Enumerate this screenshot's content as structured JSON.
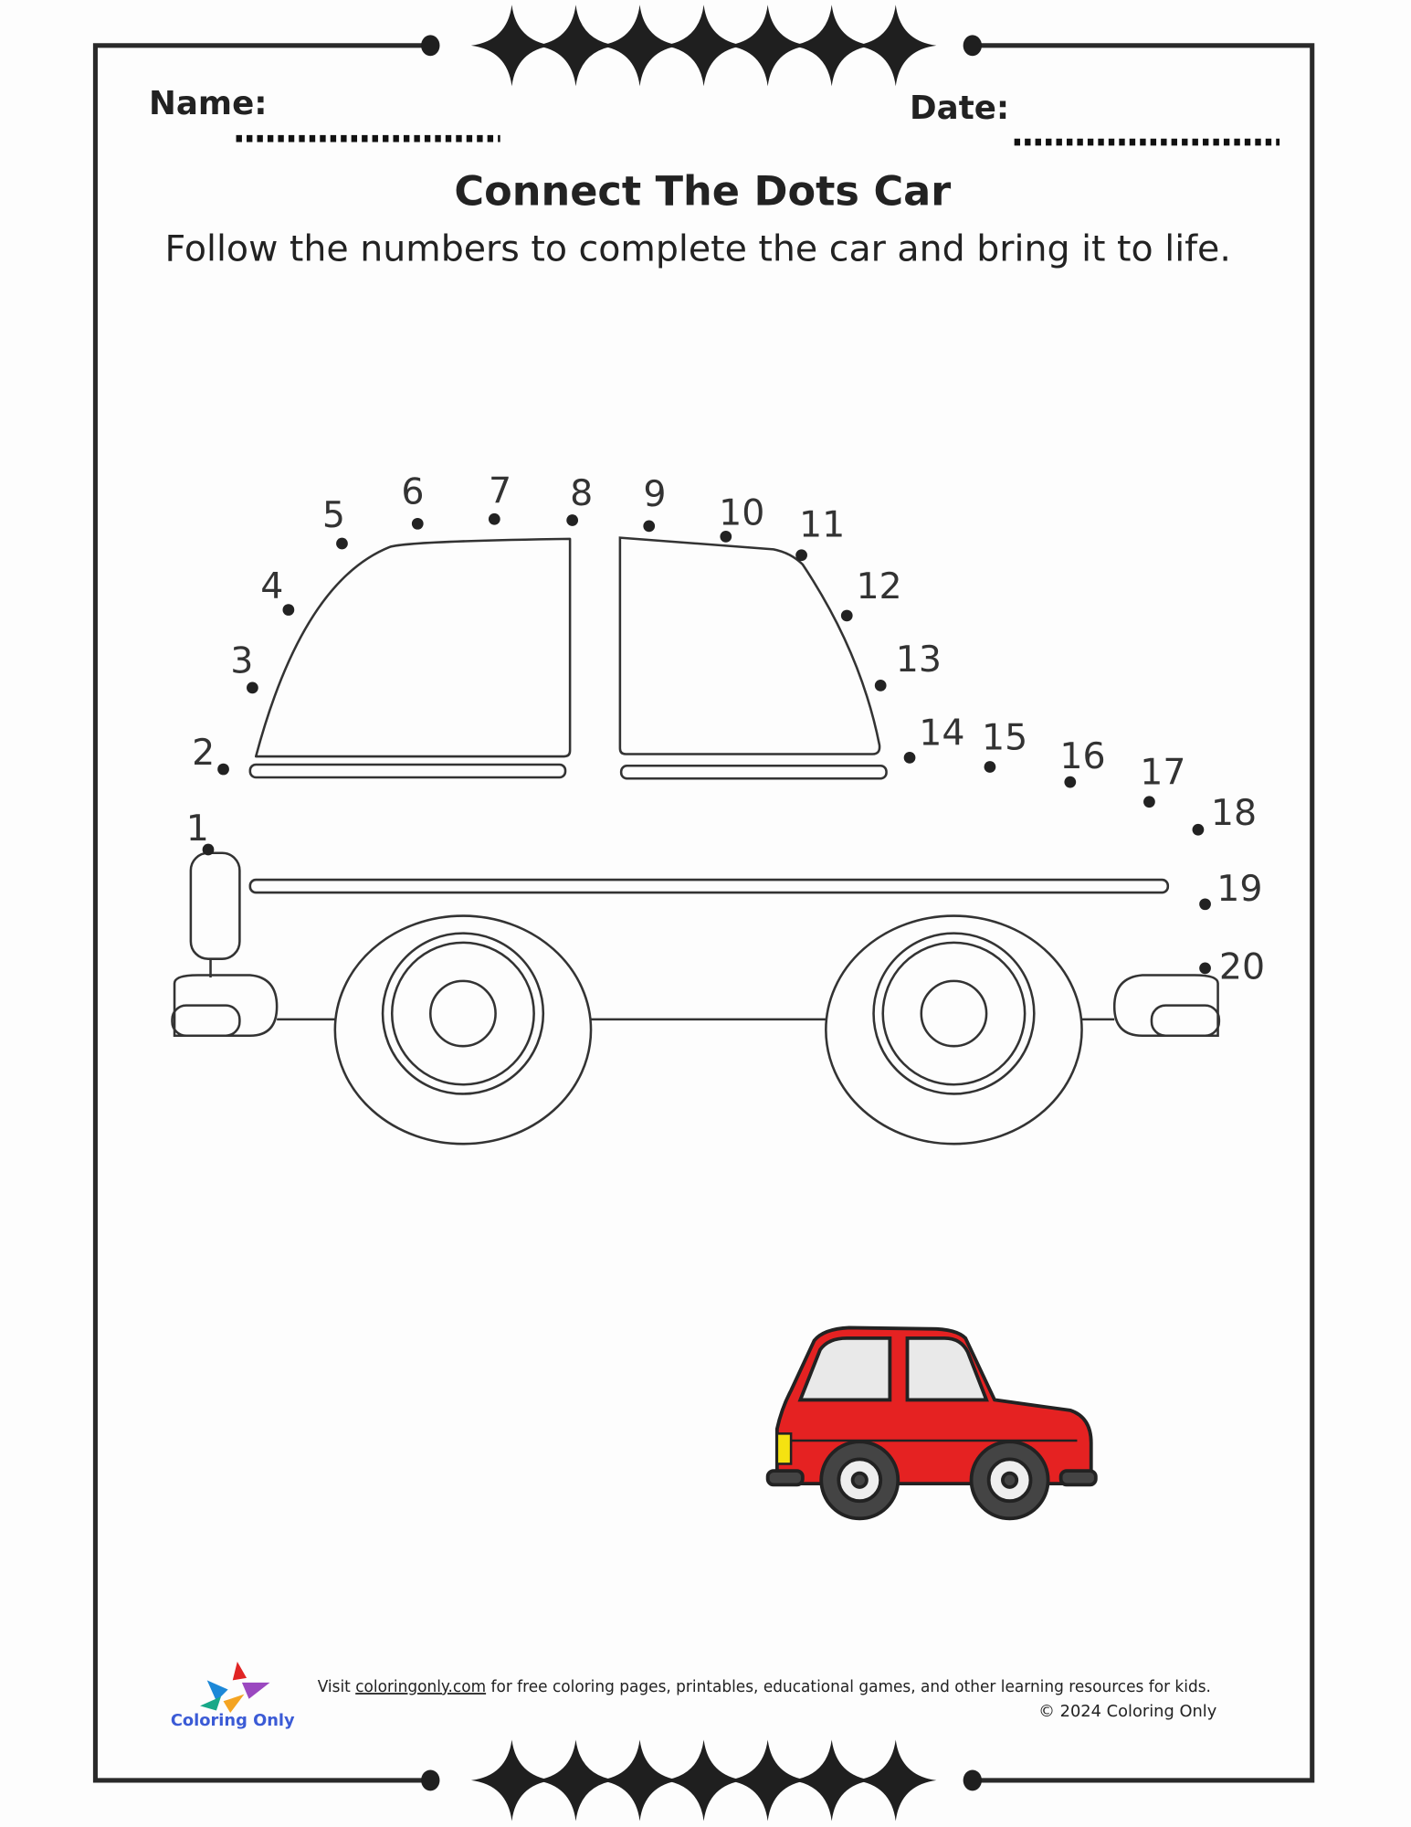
{
  "header": {
    "name_label": "Name:",
    "date_label": "Date:"
  },
  "title": "Connect The Dots Car",
  "subtitle": "Follow the numbers to complete the car and bring it to life.",
  "dots": [
    "1",
    "2",
    "3",
    "4",
    "5",
    "6",
    "7",
    "8",
    "9",
    "10",
    "11",
    "12",
    "13",
    "14",
    "15",
    "16",
    "17",
    "18",
    "19",
    "20"
  ],
  "footer": {
    "logo_text": "Coloring Only",
    "visit_prefix": "Visit ",
    "link": "coloringonly.com",
    "visit_suffix": " for free coloring pages, printables, educational games, and other learning resources for kids.",
    "copyright": "© 2024 Coloring Only"
  },
  "colors": {
    "car_red": "#e52222",
    "logo_blue": "#3b5bd6"
  }
}
